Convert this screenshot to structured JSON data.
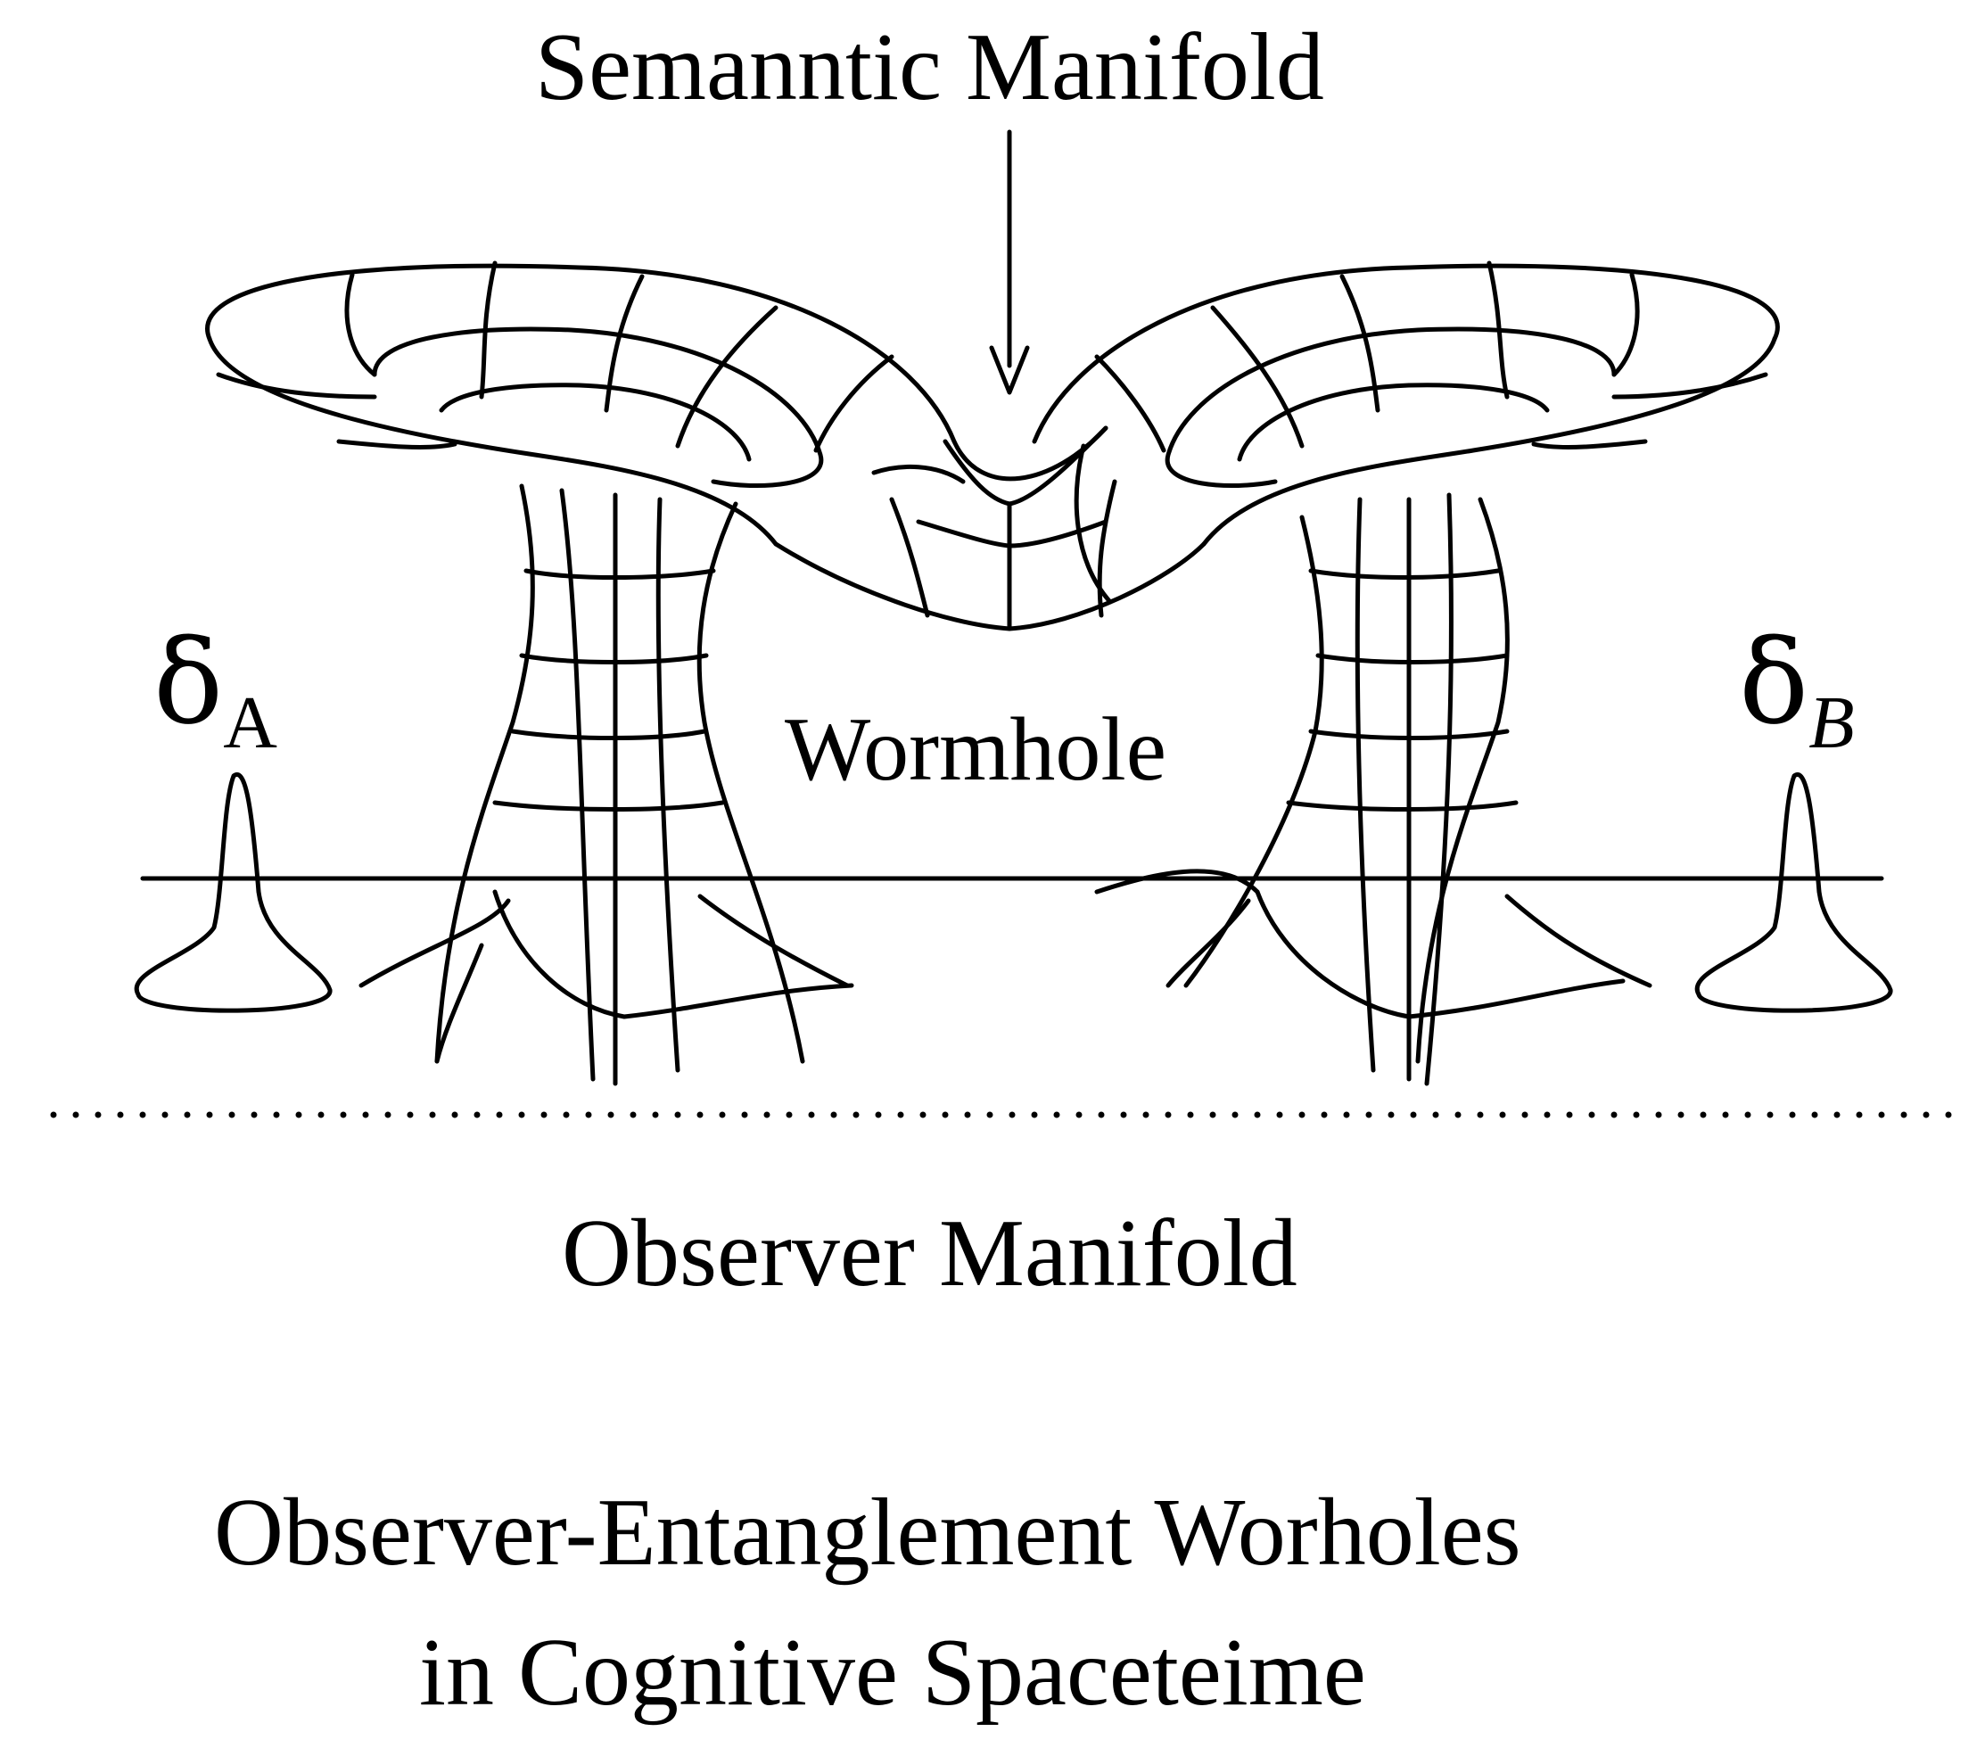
{
  "labels": {
    "semantic_manifold": "Semanntic Manifold",
    "wormhole": "Wormhole",
    "observer_manifold": "Observer Manifold",
    "caption_line1": "Observer-Entanglement Worholes",
    "caption_line2": "in Cognitive Spaceteime",
    "delta_symbol": "δ",
    "delta_a_sub": "A",
    "delta_b_sub": "B"
  },
  "colors": {
    "ink": "#000000",
    "background": "#ffffff"
  }
}
